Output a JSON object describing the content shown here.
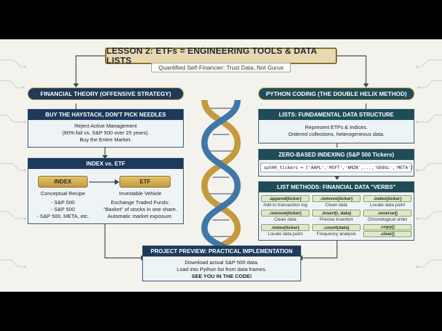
{
  "title": "LESSON 2: ETFs = ENGINEERING TOOLS & DATA LISTS",
  "subtitle": "Quantified Self-Financier: Trust Data, Not Gurus",
  "left": {
    "header": "FINANCIAL THEORY (OFFENSIVE STRATEGY)",
    "haystack": {
      "title": "BUY THE HAYSTACK, DON'T PICK NEEDLES",
      "lines": [
        "Reject Active Management",
        "(90% fail vs. S&P 500 over 25 years).",
        "Buy the Entire Market."
      ]
    },
    "index_etf": {
      "title": "INDEX vs. ETF",
      "index_label": "INDEX",
      "etf_label": "ETF",
      "index_caption": "Conceptual Recipe",
      "index_items": [
        "- S&P 500",
        "- S&P 500",
        "- S&P 500, META, etc."
      ],
      "etf_caption": "Investable Vehicle",
      "etf_lines": [
        "Exchange Traded Funds:",
        "\"Basket\" of stocks in one share.",
        "Automatic market exposure."
      ]
    }
  },
  "right": {
    "header": "PYTHON CODING (THE DOUBLE HELIX METHOD)",
    "lists": {
      "title": "LISTS: FUNDAMENTAL DATA STRUCTURE",
      "lines": [
        "Represent ETFs & Indices.",
        "Ordered collections, heterogeneous data."
      ]
    },
    "indexing": {
      "title": "ZERO-BASED INDEXING (S&P 500 Tickers)",
      "code": "sp500_tickers = ['AAPL','MSFT','AMZN',...,'GOOGL','META']"
    },
    "methods": {
      "title": "LIST METHODS: FINANCIAL DATA \"VERBS\"",
      "items": [
        {
          "name": ".append(ticker)",
          "desc": "Add to transaction log"
        },
        {
          "name": ".remove(ticker)",
          "desc": "Clean data"
        },
        {
          "name": ".index(ticker)",
          "desc": "Locate data point"
        },
        {
          "name": ".remove(ticker)",
          "desc": "Clean data"
        },
        {
          "name": ".insert(i, data)",
          "desc": "Precise insertion"
        },
        {
          "name": ".reverse()",
          "desc": "Chronological order"
        },
        {
          "name": ".index(ticker)",
          "desc": "Locate data point"
        },
        {
          "name": ".count(data)",
          "desc": "Frequency analysis"
        },
        {
          "name": ".copy()",
          "desc": ""
        },
        {
          "name": ".clear()",
          "desc": ""
        }
      ]
    }
  },
  "preview": {
    "title": "PROJECT PREVIEW: PRACTICAL IMPLEMENTATION",
    "lines": [
      "Download actual S&P 500 data.",
      "Load into Python list from data frames."
    ],
    "cta": "SEE YOU IN THE CODE!"
  },
  "colors": {
    "navy": "#1d3a5a",
    "teal": "#1e4d57",
    "gold": "#c49a3e",
    "background": "#f3f2ec"
  }
}
